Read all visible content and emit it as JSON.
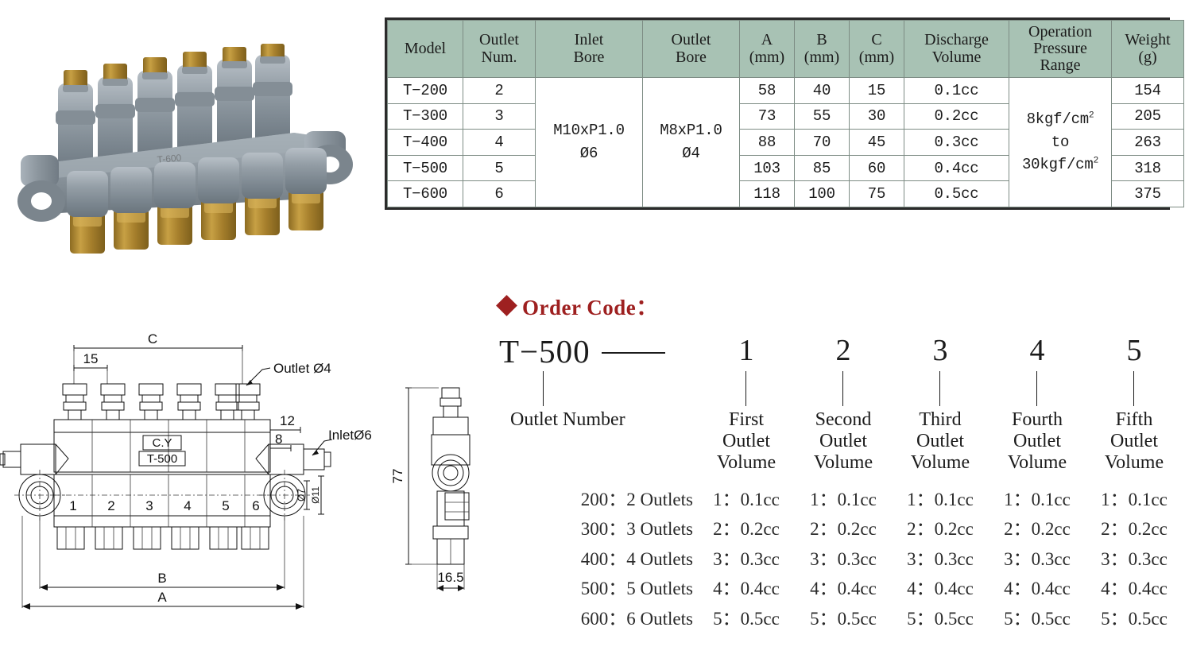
{
  "spec_table": {
    "headers": [
      "Model",
      "Outlet\nNum.",
      "Inlet\nBore",
      "Outlet\nBore",
      "A\n(mm)",
      "B\n(mm)",
      "C\n(mm)",
      "Discharge\nVolume",
      "Operation\nPressure\nRange",
      "Weight\n(g)"
    ],
    "header_labels": {
      "model": "Model",
      "outlet_num_l1": "Outlet",
      "outlet_num_l2": "Num.",
      "inlet_bore_l1": "Inlet",
      "inlet_bore_l2": "Bore",
      "outlet_bore_l1": "Outlet",
      "outlet_bore_l2": "Bore",
      "a_l1": "A",
      "a_l2": "(mm)",
      "b_l1": "B",
      "b_l2": "(mm)",
      "c_l1": "C",
      "c_l2": "(mm)",
      "discharge_l1": "Discharge",
      "discharge_l2": "Volume",
      "pressure_l1": "Operation",
      "pressure_l2": "Pressure",
      "pressure_l3": "Range",
      "weight_l1": "Weight",
      "weight_l2": "(g)"
    },
    "merged_cells": {
      "inlet_bore_thread": "M10xP1.0",
      "inlet_bore_dia": "Ø6",
      "outlet_bore_thread": "M8xP1.0",
      "outlet_bore_dia": "Ø4",
      "pressure_min": "8kgf/cm",
      "pressure_min_exp": "2",
      "pressure_to": "to",
      "pressure_max": "30kgf/cm",
      "pressure_max_exp": "2"
    },
    "rows": [
      {
        "model": "T−200",
        "outlet_num": "2",
        "a": "58",
        "b": "40",
        "c": "15",
        "discharge": "0.1cc",
        "weight": "154"
      },
      {
        "model": "T−300",
        "outlet_num": "3",
        "a": "73",
        "b": "55",
        "c": "30",
        "discharge": "0.2cc",
        "weight": "205"
      },
      {
        "model": "T−400",
        "outlet_num": "4",
        "a": "88",
        "b": "70",
        "c": "45",
        "discharge": "0.3cc",
        "weight": "263"
      },
      {
        "model": "T−500",
        "outlet_num": "5",
        "a": "103",
        "b": "85",
        "c": "60",
        "discharge": "0.4cc",
        "weight": "318"
      },
      {
        "model": "T−600",
        "outlet_num": "6",
        "a": "118",
        "b": "100",
        "c": "75",
        "discharge": "0.5cc",
        "weight": "375"
      }
    ]
  },
  "order_code": {
    "heading": "Order Code：",
    "model_code": "T−500",
    "position_numbers": [
      "1",
      "2",
      "3",
      "4",
      "5"
    ],
    "headers": {
      "outlet_number": "Outlet Number",
      "pos1_l1": "First",
      "pos1_l2": "Outlet",
      "pos1_l3": "Volume",
      "pos2_l1": "Second",
      "pos2_l2": "Outlet",
      "pos2_l3": "Volume",
      "pos3_l1": "Third",
      "pos3_l2": "Outlet",
      "pos3_l3": "Volume",
      "pos4_l1": "Fourth",
      "pos4_l2": "Outlet",
      "pos4_l3": "Volume",
      "pos5_l1": "Fifth",
      "pos5_l2": "Outlet",
      "pos5_l3": "Volume"
    },
    "outlet_number_options": [
      "200：2 Outlets",
      "300：3 Outlets",
      "400：4 Outlets",
      "500：5 Outlets",
      "600：6 Outlets"
    ],
    "volume_options": [
      "1：0.1cc",
      "2：0.2cc",
      "3：0.3cc",
      "4：0.4cc",
      "5：0.5cc"
    ]
  },
  "drawing_front": {
    "dim_c": "C",
    "dim_15": "15",
    "dim_12": "12",
    "dim_8": "8",
    "dim_b": "B",
    "dim_a": "A",
    "callout_outlet": "Outlet Ø4",
    "callout_inlet": "InletØ6",
    "dia_7": "Ø7",
    "dia_11": "Ø11",
    "outlet_labels": [
      "1",
      "2",
      "3",
      "4",
      "5",
      "6"
    ],
    "plate_brand": "C.Y",
    "plate_model": "T-500"
  },
  "drawing_side": {
    "dim_77": "77",
    "dim_165": "16.5"
  },
  "colors": {
    "header_fill": "#a8c2b4",
    "table_border": "#2b2b2b",
    "grid_line": "#7d8c84",
    "accent_red": "#9e2020",
    "body_bg": "#ffffff",
    "metal_grey": "#8e98a0",
    "brass": "#b08a32"
  }
}
